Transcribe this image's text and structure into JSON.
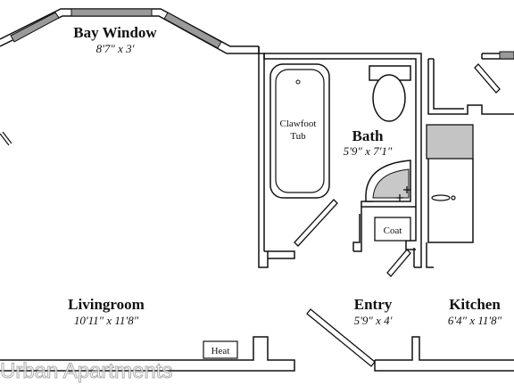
{
  "rooms": {
    "bay_window": {
      "name": "Bay Window",
      "dims": "8'7\" x 3'"
    },
    "bath": {
      "name": "Bath",
      "dims": "5'9\" x 7'1\""
    },
    "livingroom": {
      "name": "Livingroom",
      "dims": "10'11\" x 11'8\""
    },
    "entry": {
      "name": "Entry",
      "dims": "5'9\" x 4'"
    },
    "kitchen": {
      "name": "Kitchen",
      "dims": "6'4\" x 11'8\""
    }
  },
  "fixtures": {
    "tub_line1": "Clawfoot",
    "tub_line2": "Tub",
    "coat": "Coat",
    "heat": "Heat"
  },
  "watermark": "Urban Apartments",
  "colors": {
    "wall_stroke": "#111111",
    "window_fill": "#9a9a9a",
    "shower_fill": "#c8c8c8",
    "counter_fill": "#c4c4c4"
  }
}
